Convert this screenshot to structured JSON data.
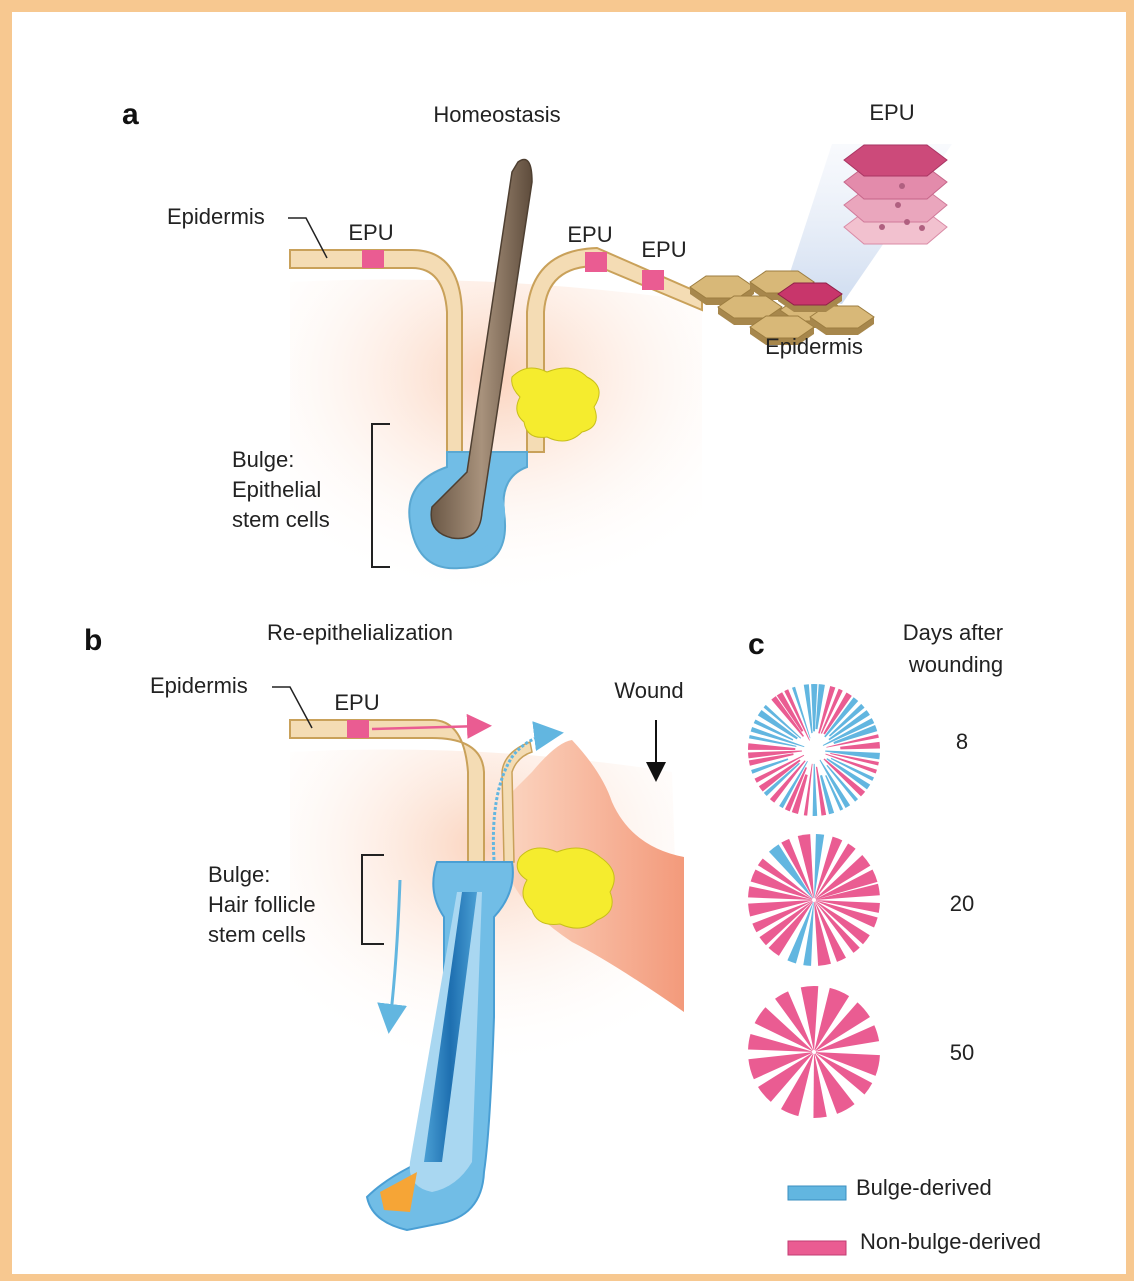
{
  "panels": {
    "a": {
      "letter": "a",
      "title": "Homeostasis",
      "epidermis_label": "Epidermis",
      "epu_labels": [
        "EPU",
        "EPU",
        "EPU"
      ],
      "inset_epu_label": "EPU",
      "inset_epidermis_label": "Epidermis",
      "bulge_label": [
        "Bulge:",
        "Epithelial",
        "stem cells"
      ]
    },
    "b": {
      "letter": "b",
      "title": "Re-epithelialization",
      "epidermis_label": "Epidermis",
      "epu_label": "EPU",
      "wound_label": "Wound",
      "bulge_label": [
        "Bulge:",
        "Hair follicle",
        "stem cells"
      ]
    },
    "c": {
      "letter": "c",
      "title_lines": [
        "Days after",
        "wounding"
      ],
      "rows": [
        {
          "day": "8",
          "bulge_fraction": 0.45
        },
        {
          "day": "20",
          "bulge_fraction": 0.12
        },
        {
          "day": "50",
          "bulge_fraction": 0.0
        }
      ],
      "legend": [
        {
          "label": "Bulge-derived",
          "color": "#62b6e0"
        },
        {
          "label": "Non-bulge-derived",
          "color": "#ea5c92"
        }
      ]
    }
  },
  "colors": {
    "epidermis": "#f4dcb4",
    "epidermis_edge": "#c9a15a",
    "dermis": "#fbdac6",
    "epu_pink": "#ea5c92",
    "bulge_blue": "#71bde6",
    "hair": "#8b735c",
    "sebaceous": "#f5ec2e",
    "frame": "#f7c890"
  }
}
